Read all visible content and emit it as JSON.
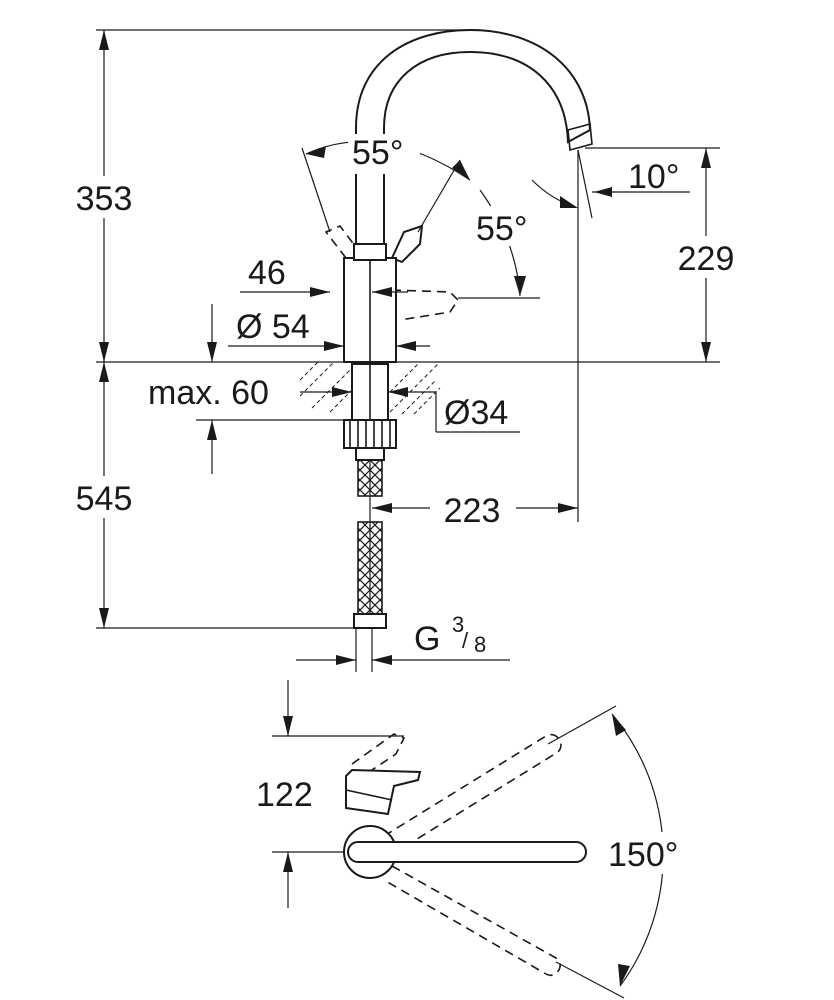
{
  "dimensions": {
    "height_top": "353",
    "height_bottom": "545",
    "spout_height": "229",
    "spout_reach": "223",
    "handle_width": "46",
    "body_diameter": "Ø 54",
    "deck_max": "max. 60",
    "shank_diameter": "Ø34",
    "thread_main": "G",
    "thread_num": "3",
    "thread_den": "8",
    "lever_angle_left": "55°",
    "lever_angle_right": "55°",
    "spout_tilt": "10°",
    "plan_offset": "122",
    "swivel_angle": "150°"
  }
}
